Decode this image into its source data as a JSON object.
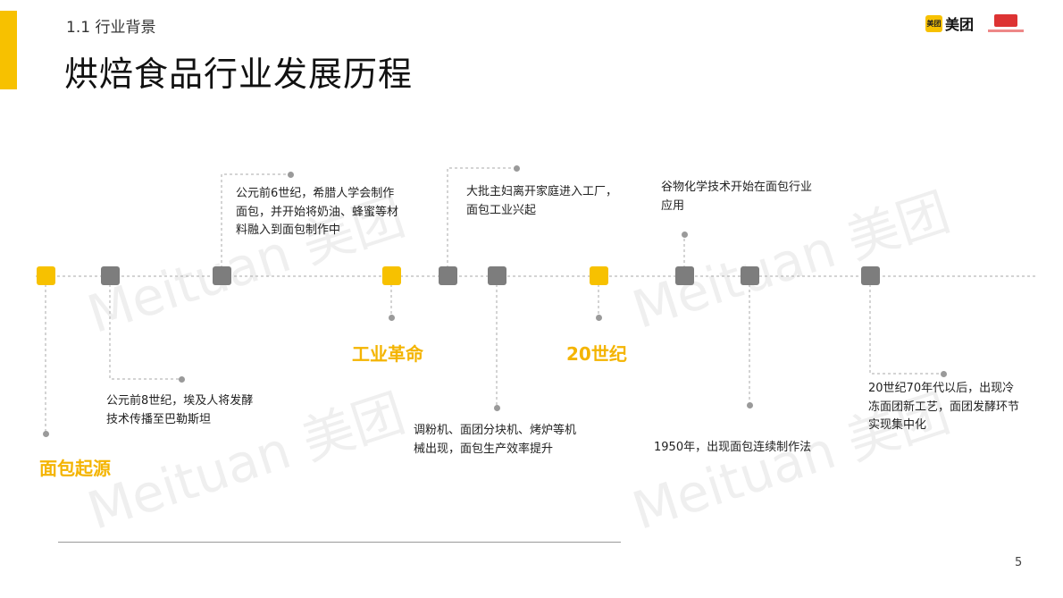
{
  "header": {
    "section": "1.1 行业背景",
    "title": "烘焙食品行业发展历程"
  },
  "logos": {
    "meituan_box": "美团",
    "meituan_text": "美团"
  },
  "watermark": "Meituan 美团",
  "eras": {
    "origin": "面包起源",
    "industrial": "工业革命",
    "century20": "20世纪"
  },
  "events": {
    "e1": "公元前8世纪，埃及人将发酵技术传播至巴勒斯坦",
    "e2": "公元前6世纪，希腊人学会制作面包，并开始将奶油、蜂蜜等材料融入到面包制作中",
    "e3": "大批主妇离开家庭进入工厂，面包工业兴起",
    "e4": "调粉机、面团分块机、烤炉等机械出现，面包生产效率提升",
    "e5": "谷物化学技术开始在面包行业应用",
    "e6": "1950年，出现面包连续制作法",
    "e7": "20世纪70年代以后，出现冷冻面团新工艺，面团发酵环节实现集中化"
  },
  "colors": {
    "accent": "#F7C100",
    "node_gray": "#7d7d7d",
    "era_text": "#F4B400"
  },
  "page_number": "5"
}
